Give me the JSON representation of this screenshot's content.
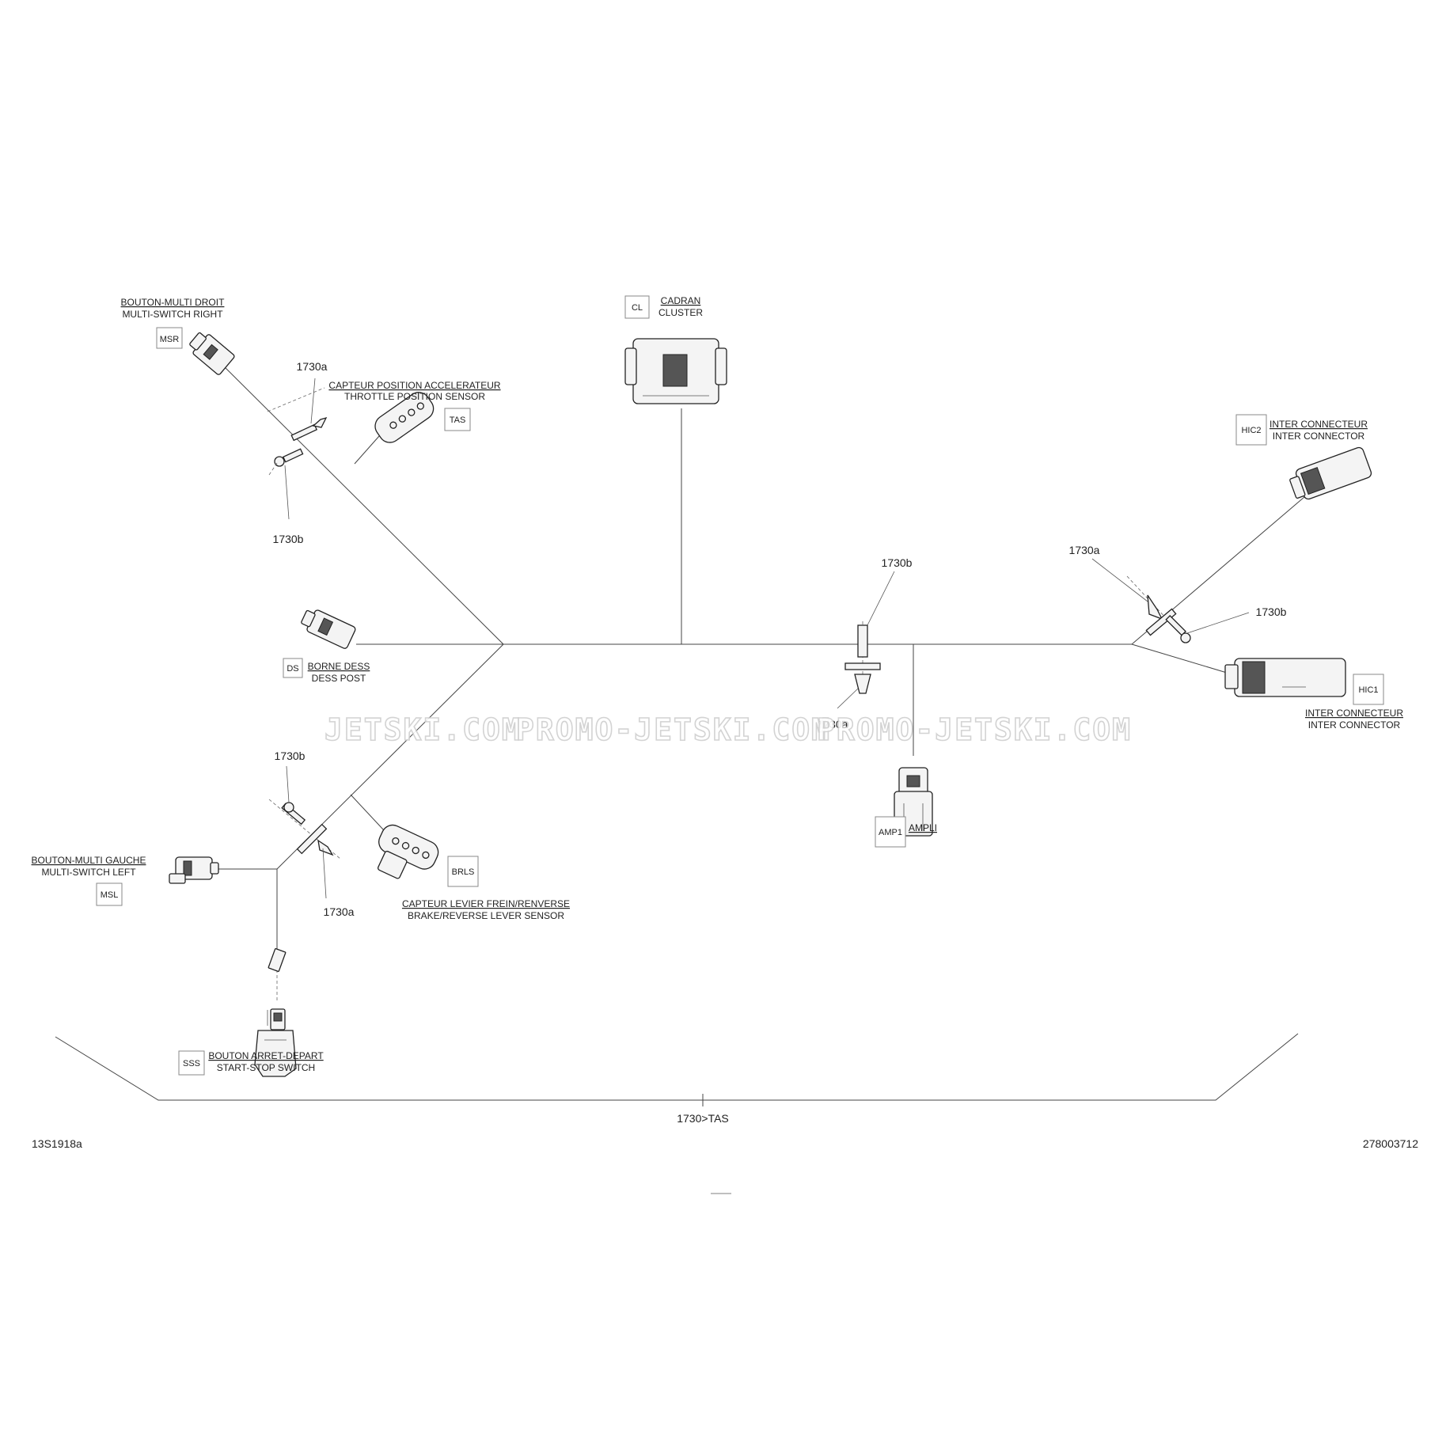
{
  "components": {
    "msr": {
      "title": "BOUTON-MULTI DROIT",
      "subtitle": "MULTI-SWITCH RIGHT",
      "code": "MSR"
    },
    "tas": {
      "title": "CAPTEUR POSITION ACCELERATEUR",
      "subtitle": "THROTTLE POSITION SENSOR",
      "code": "TAS"
    },
    "cl": {
      "title": "CADRAN",
      "subtitle": "CLUSTER",
      "code": "CL"
    },
    "hic2": {
      "title": "INTER CONNECTEUR",
      "subtitle": "INTER CONNECTOR",
      "code": "HIC2"
    },
    "hic1": {
      "title": "INTER CONNECTEUR",
      "subtitle": "INTER CONNECTOR",
      "code": "HIC1"
    },
    "ds": {
      "title": "BORNE DESS",
      "subtitle": "DESS POST",
      "code": "DS"
    },
    "amp1": {
      "title": "AMPLI",
      "code": "AMP1"
    },
    "msl": {
      "title": "BOUTON-MULTI GAUCHE",
      "subtitle": "MULTI-SWITCH LEFT",
      "code": "MSL"
    },
    "brls": {
      "title": "CAPTEUR LEVIER FREIN/RENVERSE",
      "subtitle": "BRAKE/REVERSE LEVER SENSOR",
      "code": "BRLS"
    },
    "sss": {
      "title": "BOUTON ARRET-DEPART",
      "subtitle": "START-STOP SWITCH",
      "code": "SSS"
    }
  },
  "parts": {
    "p1730a": "1730a",
    "p1730b": "1730b"
  },
  "assembly": "1730>TAS",
  "figure_id": "13S1918a",
  "part_number": "278003712",
  "watermark": {
    "w1": "JETSKI.COM",
    "w2": "PROMO-JETSKI.COM",
    "w3": "PROMO-JETSKI.COM"
  }
}
